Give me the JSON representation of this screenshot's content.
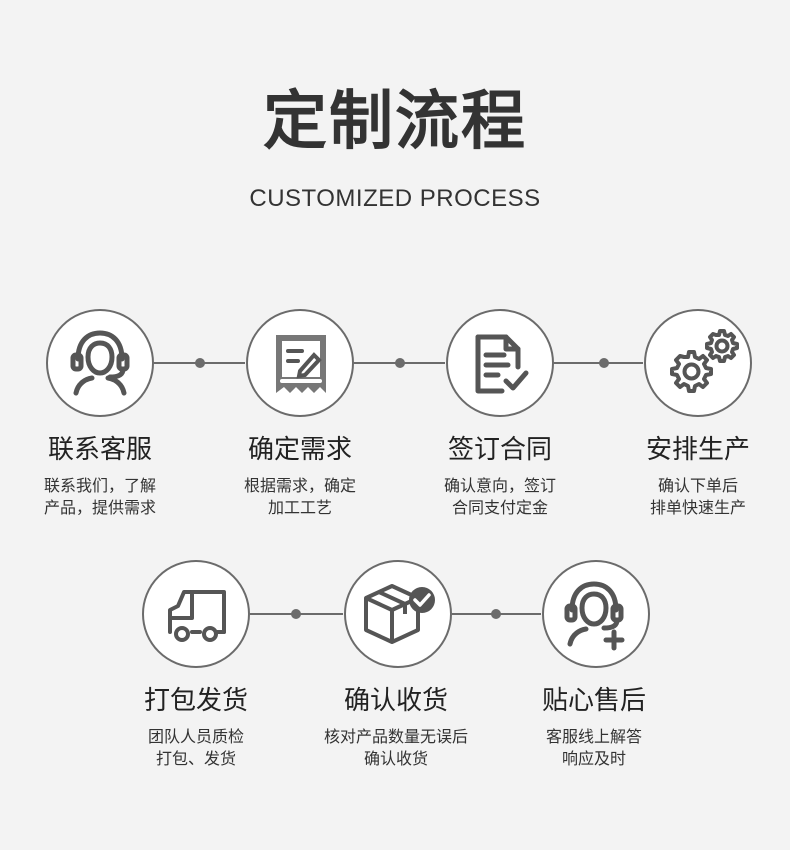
{
  "header": {
    "title": "定制流程",
    "subtitle": "CUSTOMIZED PROCESS"
  },
  "steps": [
    {
      "icon": "customer-service-headset-icon",
      "title": "联系客服",
      "desc_line1": "联系我们，了解",
      "desc_line2": "产品，提供需求"
    },
    {
      "icon": "receipt-edit-icon",
      "title": "确定需求",
      "desc_line1": "根据需求，确定",
      "desc_line2": "加工工艺"
    },
    {
      "icon": "document-check-icon",
      "title": "签订合同",
      "desc_line1": "确认意向，签订",
      "desc_line2": "合同支付定金"
    },
    {
      "icon": "gears-icon",
      "title": "安排生产",
      "desc_line1": "确认下单后",
      "desc_line2": "排单快速生产"
    },
    {
      "icon": "delivery-truck-icon",
      "title": "打包发货",
      "desc_line1": "团队人员质检",
      "desc_line2": "打包、发货"
    },
    {
      "icon": "package-check-icon",
      "title": "确认收货",
      "desc_line1": "核对产品数量无误后",
      "desc_line2": "确认收货"
    },
    {
      "icon": "support-agent-plus-icon",
      "title": "贴心售后",
      "desc_line1": "客服线上解答",
      "desc_line2": "响应及时"
    }
  ],
  "colors": {
    "background": "#f3f3f3",
    "line": "#6b6b6b",
    "text": "#333333",
    "icon": "#555555"
  }
}
